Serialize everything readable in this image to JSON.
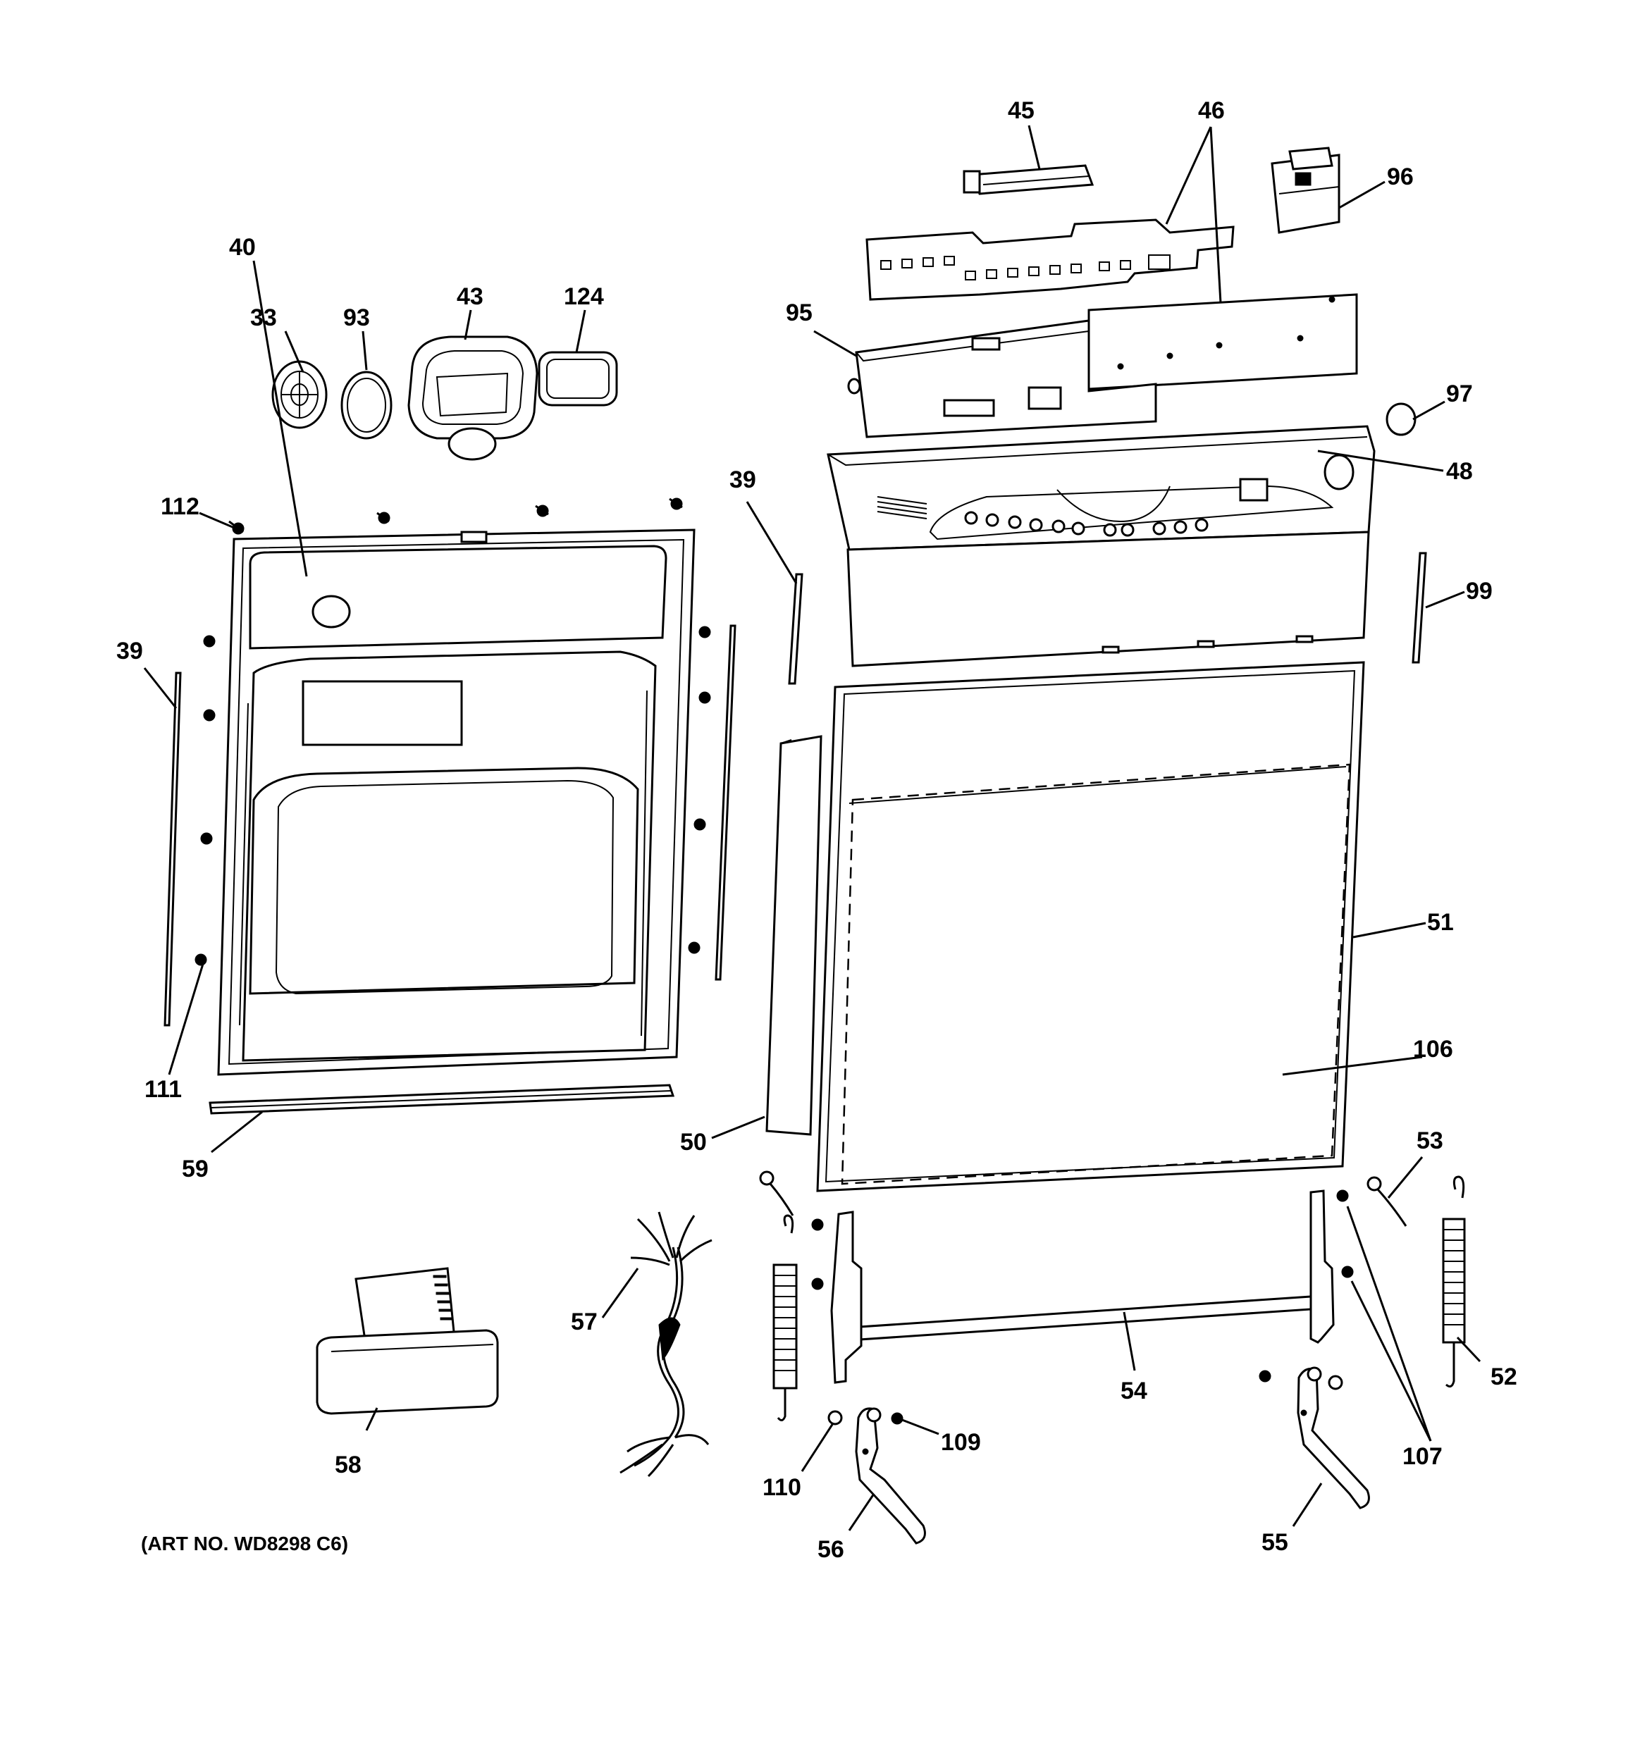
{
  "diagram": {
    "art_number": "(ART NO. WD8298 C6)",
    "labels": {
      "p33": "33",
      "p93": "93",
      "p43": "43",
      "p124": "124",
      "p40": "40",
      "p112": "112",
      "p39_left": "39",
      "p39_mid": "39",
      "p111": "111",
      "p59": "59",
      "p58": "58",
      "p57": "57",
      "p45": "45",
      "p46": "46",
      "p96": "96",
      "p95": "95",
      "p97": "97",
      "p48": "48",
      "p99": "99",
      "p51": "51",
      "p106": "106",
      "p50": "50",
      "p53": "53",
      "p52": "52",
      "p54": "54",
      "p107": "107",
      "p109": "109",
      "p110": "110",
      "p56": "56",
      "p55": "55"
    }
  }
}
